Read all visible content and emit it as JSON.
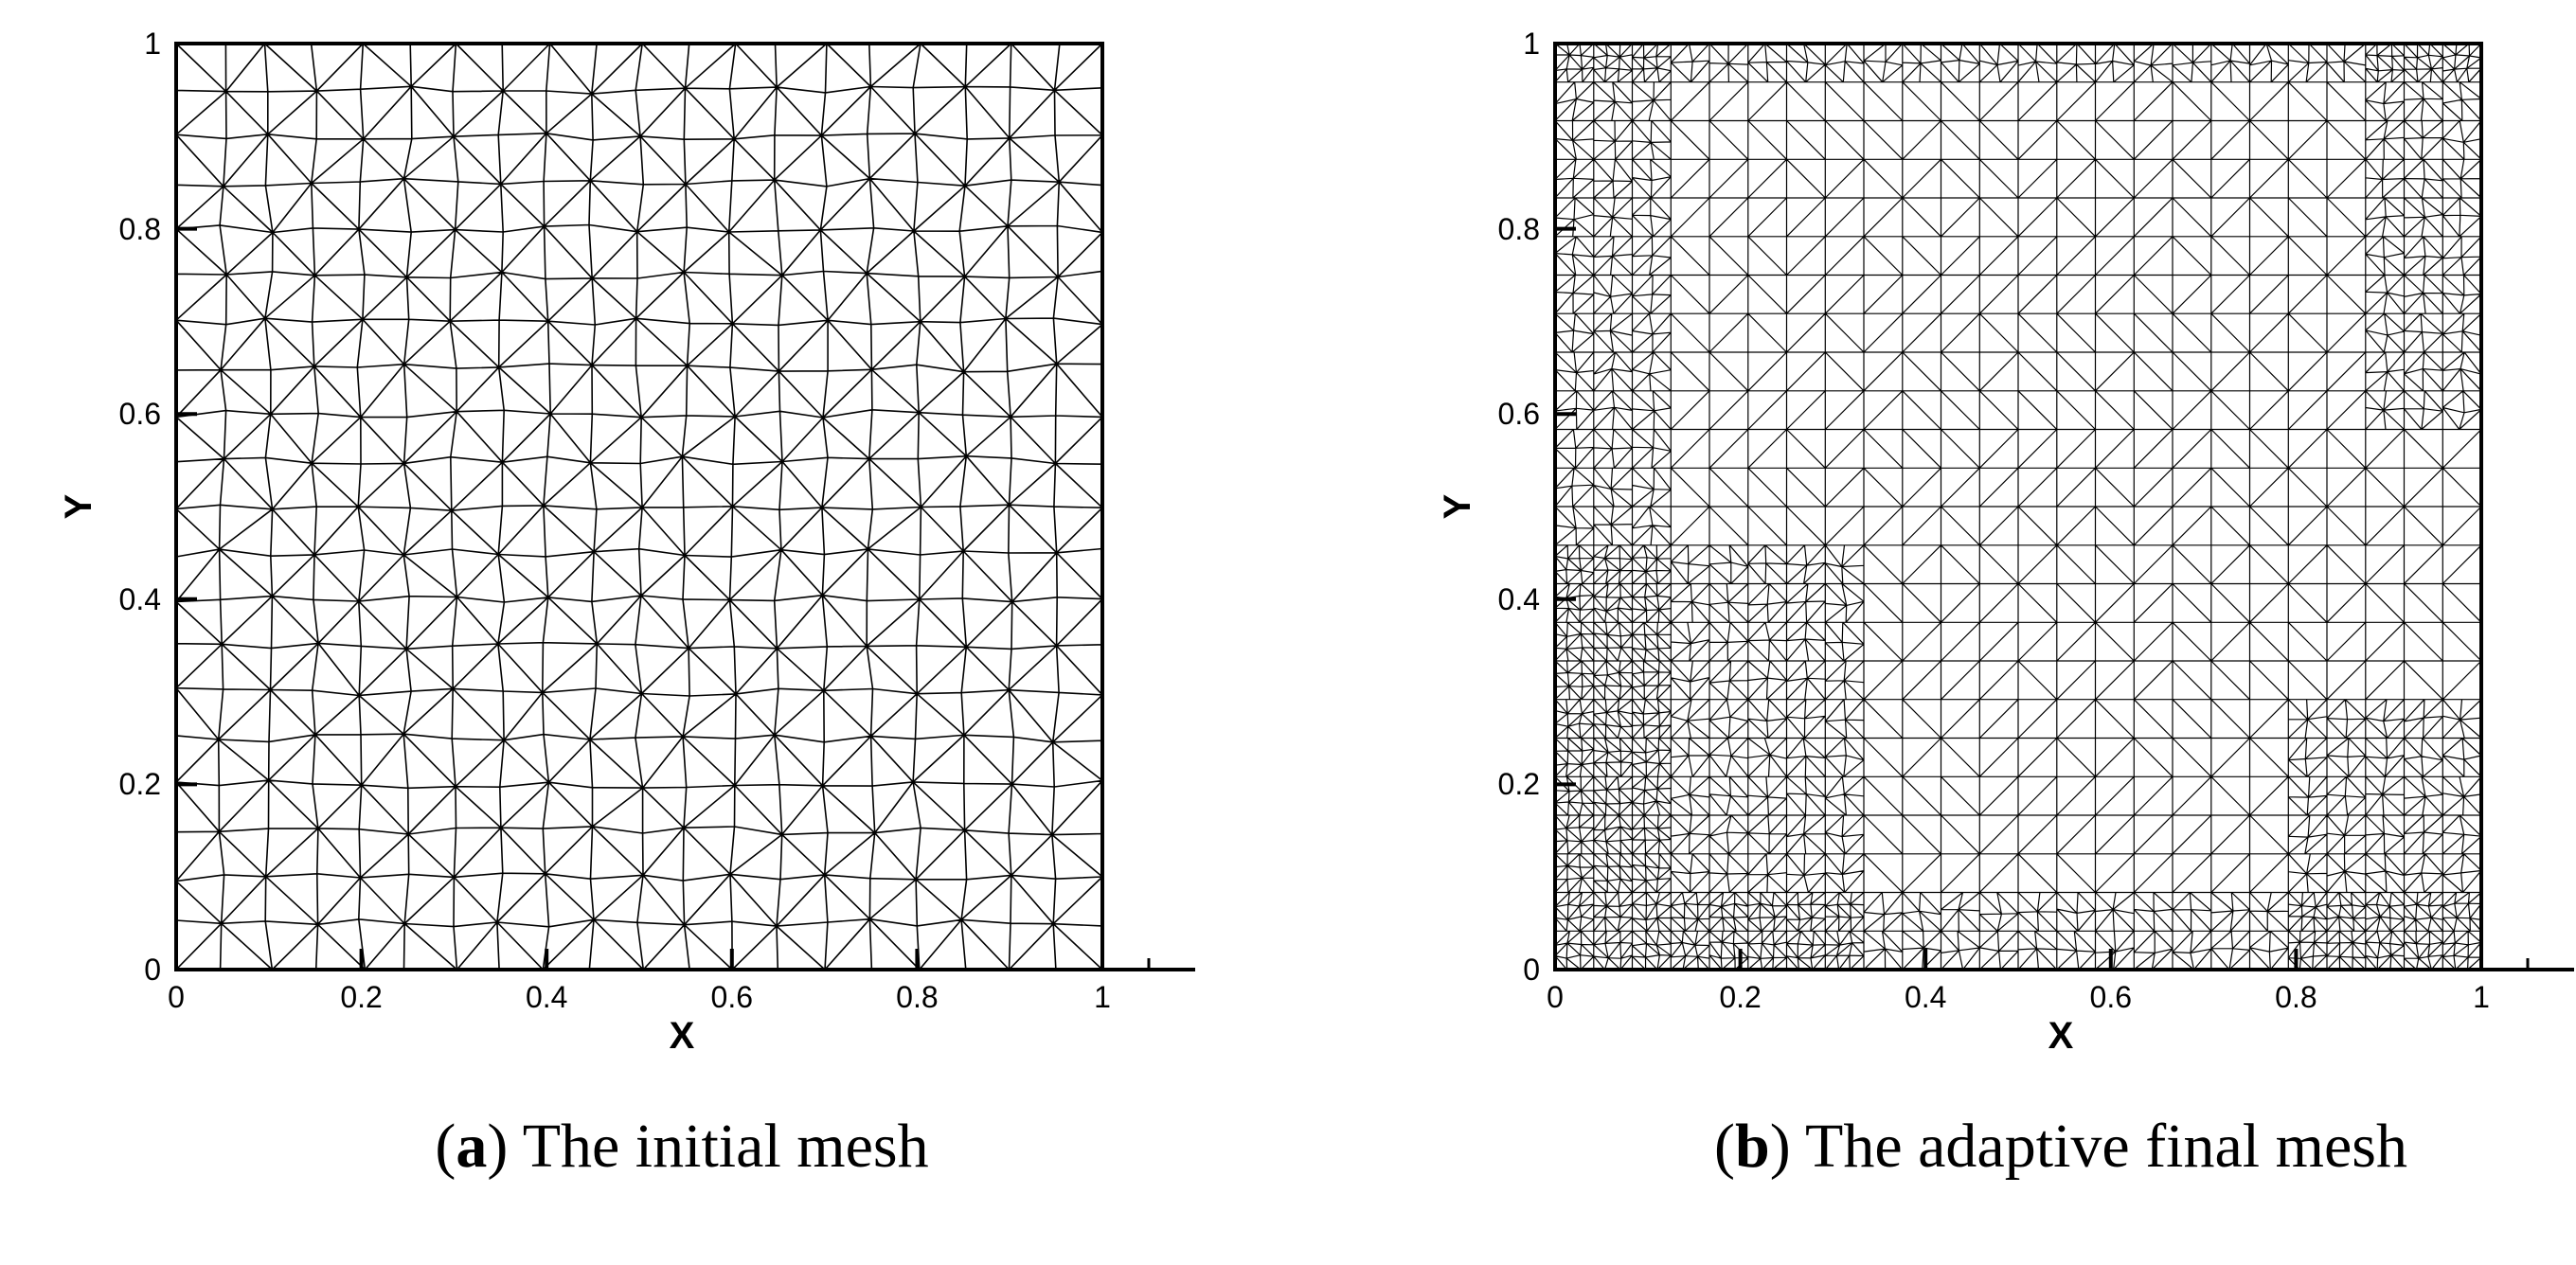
{
  "panels": [
    {
      "id": "a",
      "caption_label": "a",
      "caption_text": "The initial mesh",
      "xlabel": "X",
      "ylabel": "Y",
      "xlim": [
        0,
        1
      ],
      "ylim": [
        0,
        1
      ],
      "x_ticks": [
        "0",
        "0.2",
        "0.4",
        "0.6",
        "0.8",
        "1"
      ],
      "y_ticks": [
        "0",
        "0.2",
        "0.4",
        "0.6",
        "0.8",
        "1"
      ],
      "mesh": {
        "type": "uniform-triangular",
        "divisions": 20,
        "jitter": 0.18,
        "seed": 7
      }
    },
    {
      "id": "b",
      "caption_label": "b",
      "caption_text": "The adaptive final mesh",
      "xlabel": "X",
      "ylabel": "Y",
      "xlim": [
        0,
        1
      ],
      "ylim": [
        0,
        1
      ],
      "x_ticks": [
        "0",
        "0.2",
        "0.4",
        "0.6",
        "0.8",
        "1"
      ],
      "y_ticks": [
        "0",
        "0.2",
        "0.4",
        "0.6",
        "0.8",
        "1"
      ],
      "mesh": {
        "type": "adaptive-triangular",
        "coarse_divisions": 24,
        "refined_regions": [
          {
            "x": [
              0,
              0.12
            ],
            "y": [
              0,
              1
            ]
          },
          {
            "x": [
              0,
              1
            ],
            "y": [
              0,
              0.08
            ]
          },
          {
            "x": [
              0,
              1
            ],
            "y": [
              0.94,
              1
            ]
          },
          {
            "x": [
              0.8,
              1
            ],
            "y": [
              0,
              0.3
            ]
          },
          {
            "x": [
              0.88,
              1
            ],
            "y": [
              0.6,
              1
            ]
          },
          {
            "x": [
              0.0,
              0.35
            ],
            "y": [
              0.0,
              0.45
            ]
          }
        ],
        "jitter": 0.28,
        "seed": 13
      }
    }
  ],
  "colors": {
    "mesh_line": "#000000",
    "background": "#ffffff"
  }
}
